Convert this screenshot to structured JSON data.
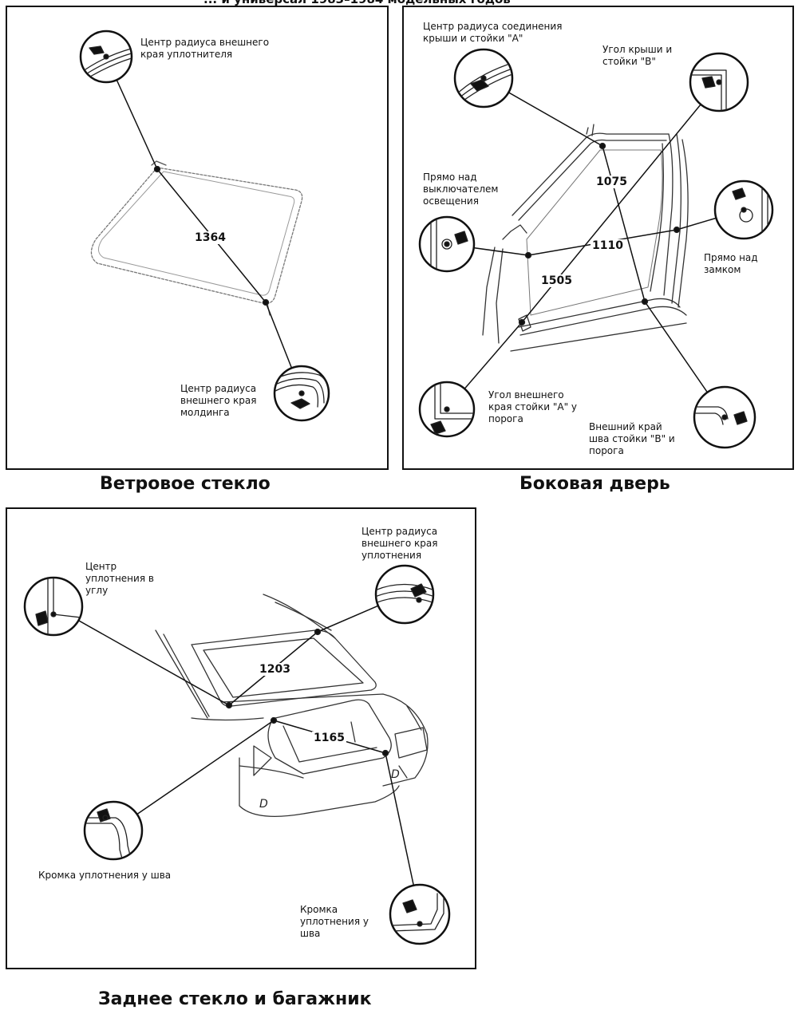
{
  "header_text": "... и универсал 1983–1984 модельных годов",
  "panels": {
    "windshield": {
      "caption": "Ветровое стекло",
      "dimension": "1364",
      "label_top": "Центр радиуса внешнего\nкрая уплотнителя",
      "label_bottom": "Центр радиуса\nвнешнего края\nмолдинга"
    },
    "side_door": {
      "caption": "Боковая дверь",
      "dim_1075": "1075",
      "dim_1110": "1110",
      "dim_1505": "1505",
      "label_roof_a": "Центр радиуса соединения\nкрыши и стойки \"А\"",
      "label_roof_b": "Угол крыши и\nстойки \"В\"",
      "label_light_switch": "Прямо над\nвыключателем\nосвещения",
      "label_lock": "Прямо над\nзамком",
      "label_a_sill": "Угол внешнего\nкрая стойки \"А\" у\nпорога",
      "label_b_sill": "Внешний край\nшва стойки \"В\" и\nпорога"
    },
    "rear": {
      "caption": "Заднее стекло и багажник",
      "dim_1203": "1203",
      "dim_1165": "1165",
      "label_corner": "Центр\nуплотнения в\nуглу",
      "label_outer_radius": "Центр радиуса\nвнешнего края\nуплотнения",
      "label_edge_left": "Кромка уплотнения у шва",
      "label_edge_right": "Кромка\nуплотнения у\nшва"
    }
  }
}
